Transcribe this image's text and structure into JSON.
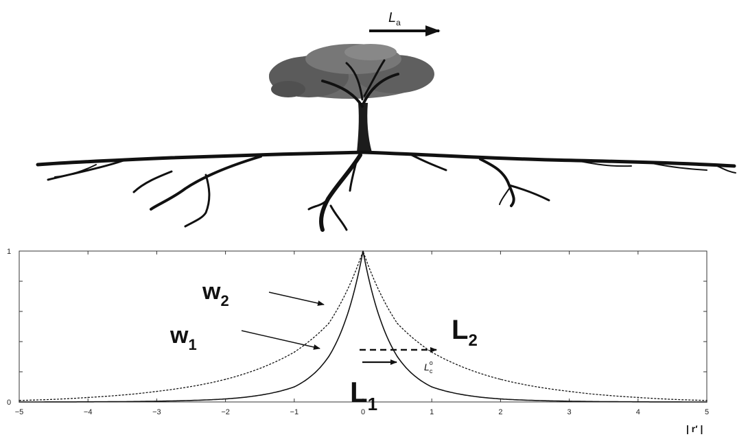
{
  "top_arrow": {
    "label_main": "L",
    "label_sub": "a"
  },
  "annotations": {
    "w2_main": "w",
    "w2_sub": "2",
    "w1_main": "w",
    "w1_sub": "1",
    "L2_main": "L",
    "L2_sub": "2",
    "L1_main": "L",
    "L1_sub": "1",
    "Lc_main": "L",
    "Lc_sub": "c",
    "Lc_sup": "o"
  },
  "chart_data": {
    "type": "line",
    "xlabel": "| r′ |",
    "ylabel": "",
    "xlim": [
      -5,
      5
    ],
    "ylim": [
      0,
      1
    ],
    "x_ticks": [
      -5,
      -4,
      -3,
      -2,
      -1,
      0,
      1,
      2,
      3,
      4,
      5
    ],
    "x_tick_labels": [
      "−5",
      "−4",
      "−3",
      "−2",
      "−1",
      "0",
      "1",
      "2",
      "3",
      "4",
      "5"
    ],
    "y_tick_labels": [
      "0",
      "1"
    ],
    "y_ticks": [
      0,
      1
    ],
    "grid": false,
    "x": [
      -5,
      -4,
      -3,
      -2,
      -1,
      -0.5,
      0,
      0.5,
      1,
      2,
      3,
      4,
      5
    ],
    "series": [
      {
        "name": "w1",
        "style": "solid",
        "values": [
          0.0,
          0.001,
          0.005,
          0.02,
          0.1,
          0.3,
          1.0,
          0.3,
          0.1,
          0.02,
          0.005,
          0.001,
          0.0
        ]
      },
      {
        "name": "w2",
        "style": "dashed",
        "values": [
          0.01,
          0.03,
          0.07,
          0.15,
          0.33,
          0.52,
          1.0,
          0.52,
          0.33,
          0.15,
          0.07,
          0.03,
          0.01
        ]
      }
    ]
  }
}
